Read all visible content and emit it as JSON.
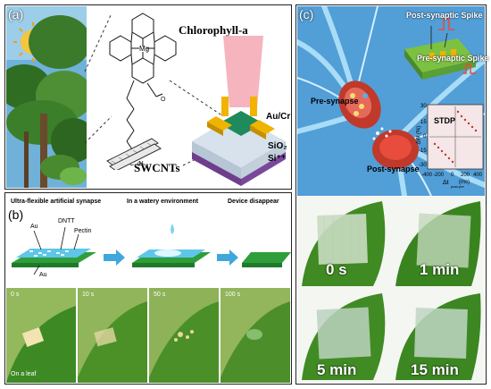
{
  "panel_a": {
    "label": "(a)",
    "molecule_name": "Chlorophyll-a",
    "molecule_metal": "Mg",
    "molecule_chain": "C₂₀H₃₉",
    "cnt_label": "SWCNTs",
    "layer_electrode": "Au/Cr",
    "layer_oxide": "SiO₂",
    "layer_substrate": "Si⁺⁺"
  },
  "panel_b": {
    "label": "(b)",
    "step1": "Ultra-flexible artificial synapse",
    "step2": "In a watery environment",
    "step3": "Device disappear",
    "layer_au_top": "Au",
    "layer_dntt": "DNTT",
    "layer_pectin": "Pectin",
    "layer_au_bottom": "Au",
    "times": [
      "0 s",
      "10 s",
      "50 s",
      "100 s"
    ],
    "leaf_note": "On a leaf"
  },
  "panel_c": {
    "label": "(c)",
    "post_spike": "Post-synaptic Spike",
    "pre_spike": "Pre-synaptic Spike",
    "pre_synapse": "Pre-synapse",
    "post_synapse": "Post-synapse",
    "inset_title": "STDP",
    "inset_y_ticks": [
      "30",
      "15",
      "0",
      "-15",
      "-30"
    ],
    "inset_x_ticks": [
      "-400",
      "-200",
      "0",
      "200",
      "400"
    ],
    "inset_xlabel": "Δt",
    "inset_xlabel_sub": "post-pre",
    "inset_xunit": "(ms)",
    "inset_ylabel": "ΔW (%)",
    "leaf_times": [
      "0 s",
      "1 min",
      "5 min",
      "15 min"
    ]
  },
  "colors": {
    "oxide": "#d7e2ec",
    "substrate": "#8f59b0",
    "electrode": "#f0b400",
    "channel": "#1f8a5c",
    "leaf": "#4c8b2e",
    "neuron": "#7ec6ea",
    "beam": "#f3a7b3"
  }
}
